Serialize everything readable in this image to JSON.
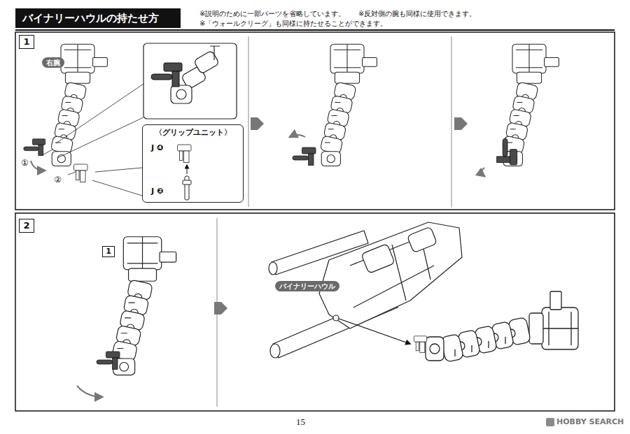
{
  "diagram": {
    "title": "バイナリーハウルの持たせ方",
    "nodes": [
      {
        "text": [
          "1"
        ]
      },
      {
        "text": [
          "右腕"
        ]
      },
      {
        "text": [
          "〈グリップユニット〉",
          "J ❹",
          "J ❷"
        ]
      },
      {
        "text": [
          "2"
        ]
      },
      {
        "text": [
          "1"
        ]
      },
      {
        "text": [
          "バイナリーハウル"
        ]
      }
    ],
    "labels": [
      "※説明のために一部パーツを省略しています。",
      "※反対側の腕も同様に使用できます。",
      "※「ウォールクリーグ」も同様に持たせることができます。",
      "①",
      "②",
      "15",
      "HOBBY SEARCH"
    ]
  }
}
